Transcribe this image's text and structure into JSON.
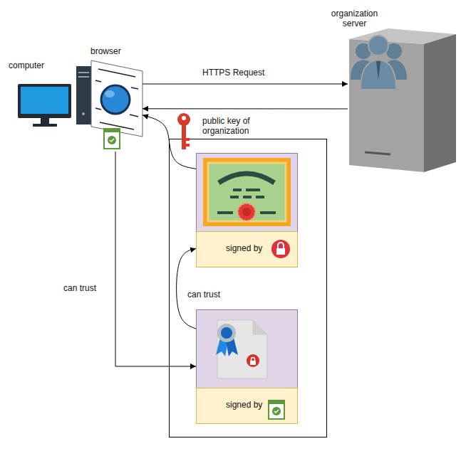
{
  "diagram": {
    "nodes": [
      {
        "text": [
          "computer"
        ]
      },
      {
        "text": [
          "browser"
        ]
      },
      {
        "text": [
          "organization server"
        ]
      },
      {
        "text": [
          "signed by"
        ]
      },
      {
        "text": [
          "signed by"
        ]
      }
    ],
    "edges": [
      {
        "from": 1,
        "to": 2,
        "arrow": "to",
        "label": "HTTPS Request"
      },
      {
        "from": 2,
        "to": 1,
        "arrow": "to"
      },
      {
        "from": 3,
        "to": 1,
        "arrow": "to",
        "label": "public key of organization"
      },
      {
        "from": 4,
        "to": 3,
        "arrow": "to",
        "label": "can trust"
      },
      {
        "from": 1,
        "to": 4,
        "arrow": "to",
        "label": "can trust"
      }
    ]
  }
}
